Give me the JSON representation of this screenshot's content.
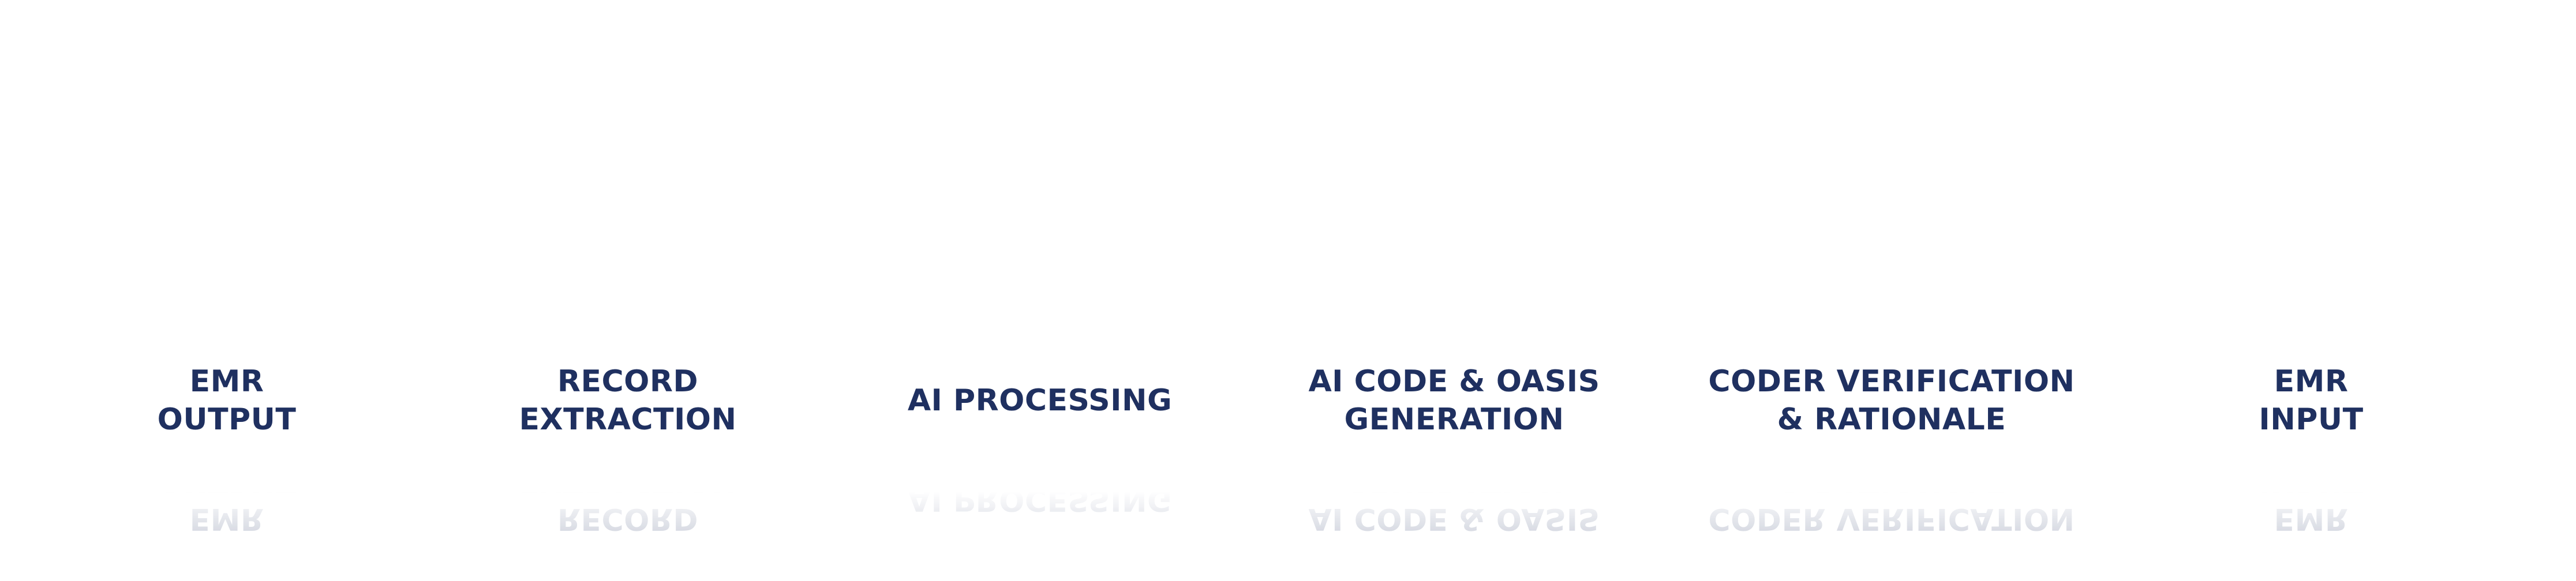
{
  "colors": {
    "label_text": "#1f3060",
    "background": "#ffffff"
  },
  "steps": [
    {
      "lines": [
        "EMR",
        "OUTPUT"
      ]
    },
    {
      "lines": [
        "RECORD",
        "EXTRACTION"
      ]
    },
    {
      "lines": [
        "AI PROCESSING"
      ]
    },
    {
      "lines": [
        "AI CODE & OASIS",
        "GENERATION"
      ]
    },
    {
      "lines": [
        "CODER VERIFICATION",
        "& RATIONALE"
      ]
    },
    {
      "lines": [
        "EMR",
        "INPUT"
      ]
    }
  ]
}
